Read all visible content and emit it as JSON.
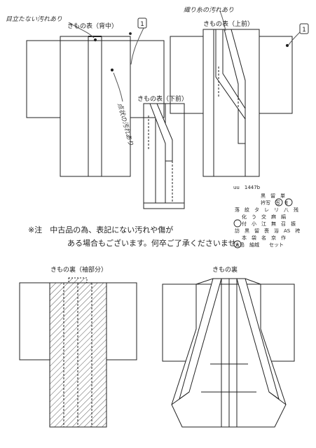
{
  "labels": {
    "back": "きもの表（背中）",
    "upper_front": "きもの表（上前）",
    "lower_front": "きもの表（下前）",
    "sleeve_lining": "きもの裏（袖部分）",
    "lining": "きもの裏"
  },
  "handwritten": {
    "stain_back": "目立たない汚れあり",
    "stain_front": "織り糸の汚れあり",
    "dot_stain": "点状の汚れあり"
  },
  "badges": {
    "back_count": "1",
    "front_count": "1"
  },
  "spec_table": {
    "code": "uu　1447b",
    "row1": "黒　留　単",
    "row2": "衿写　写　E",
    "row3": "落　紋　タ　レ　リ　八　残",
    "row4": "化　う　交　麻　絹",
    "row5": "付　小　江　無　召　振",
    "row6": "訪　黒　留　喪　浴　AS　袴",
    "row7": "本　袋　名　京　作",
    "row8": "大島　紬城　　セット"
  },
  "notice": {
    "line1": "※注　中古品の為、表記にない汚れや傷が",
    "line2": "ある場合もございます。何卒ご了承くださいませ。"
  },
  "colors": {
    "ink": "#222222",
    "background": "#ffffff"
  }
}
